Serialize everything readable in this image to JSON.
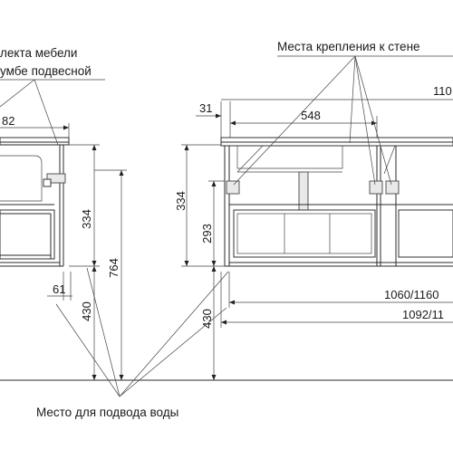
{
  "notes": {
    "kit_line1": "лекта мебели",
    "kit_line2": "умбе подвесной",
    "mount_points": "Места крепления к стене",
    "water_supply": "Место для подвода воды"
  },
  "dimensions": {
    "left_top_width": "82",
    "left_334": "334",
    "left_764": "764",
    "left_430": "430",
    "left_61": "61",
    "right_31": "31",
    "right_548": "548",
    "right_110": "110",
    "right_334": "334",
    "right_293": "293",
    "right_430": "430",
    "right_1060": "1060/1160",
    "right_1092": "1092/11"
  }
}
